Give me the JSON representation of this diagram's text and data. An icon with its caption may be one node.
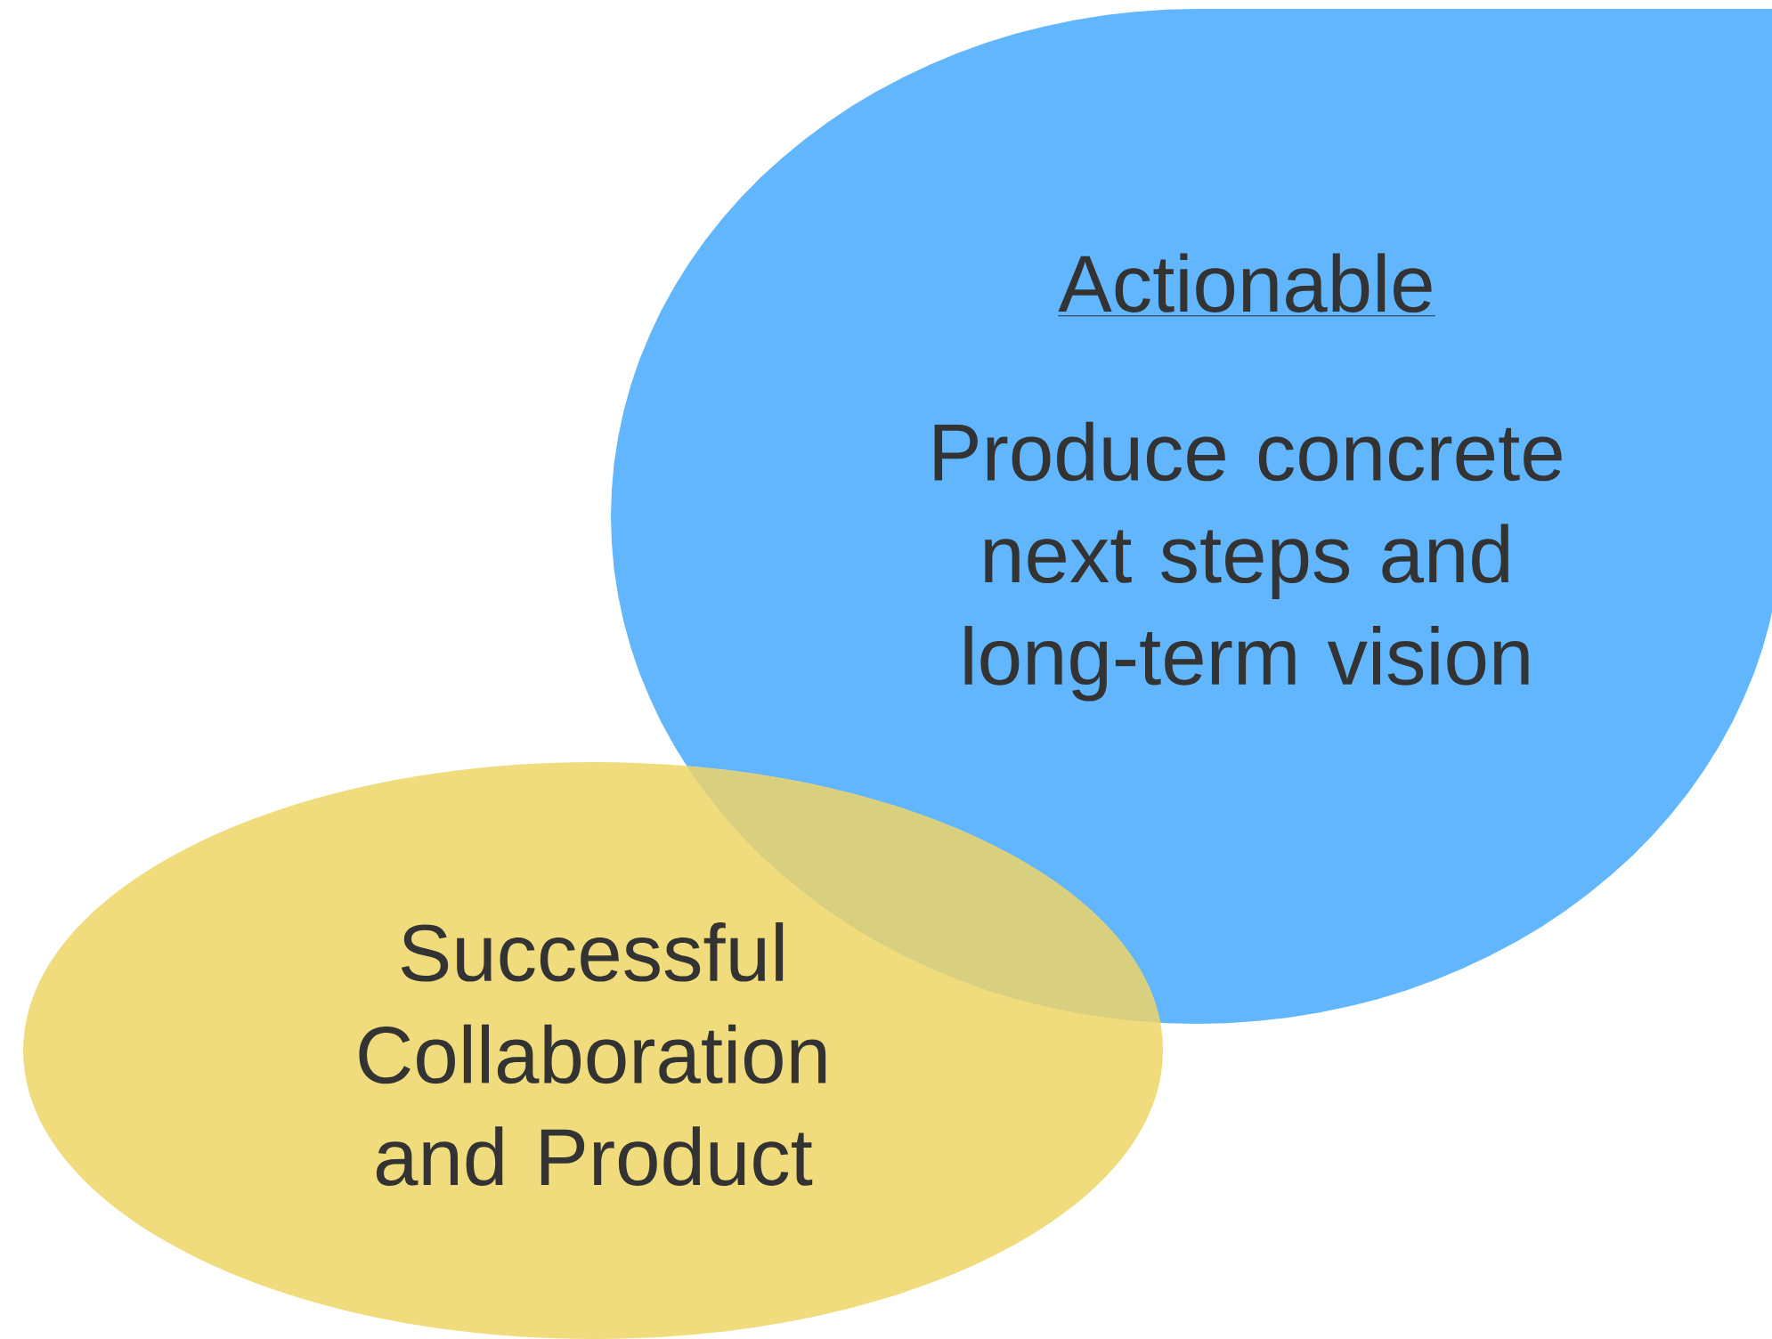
{
  "diagram": {
    "nodes": [
      {
        "text": [
          "Actionable",
          "Produce concrete next steps and long-term vision"
        ]
      },
      {
        "text": [
          "Successful Collaboration and Product"
        ]
      }
    ]
  }
}
